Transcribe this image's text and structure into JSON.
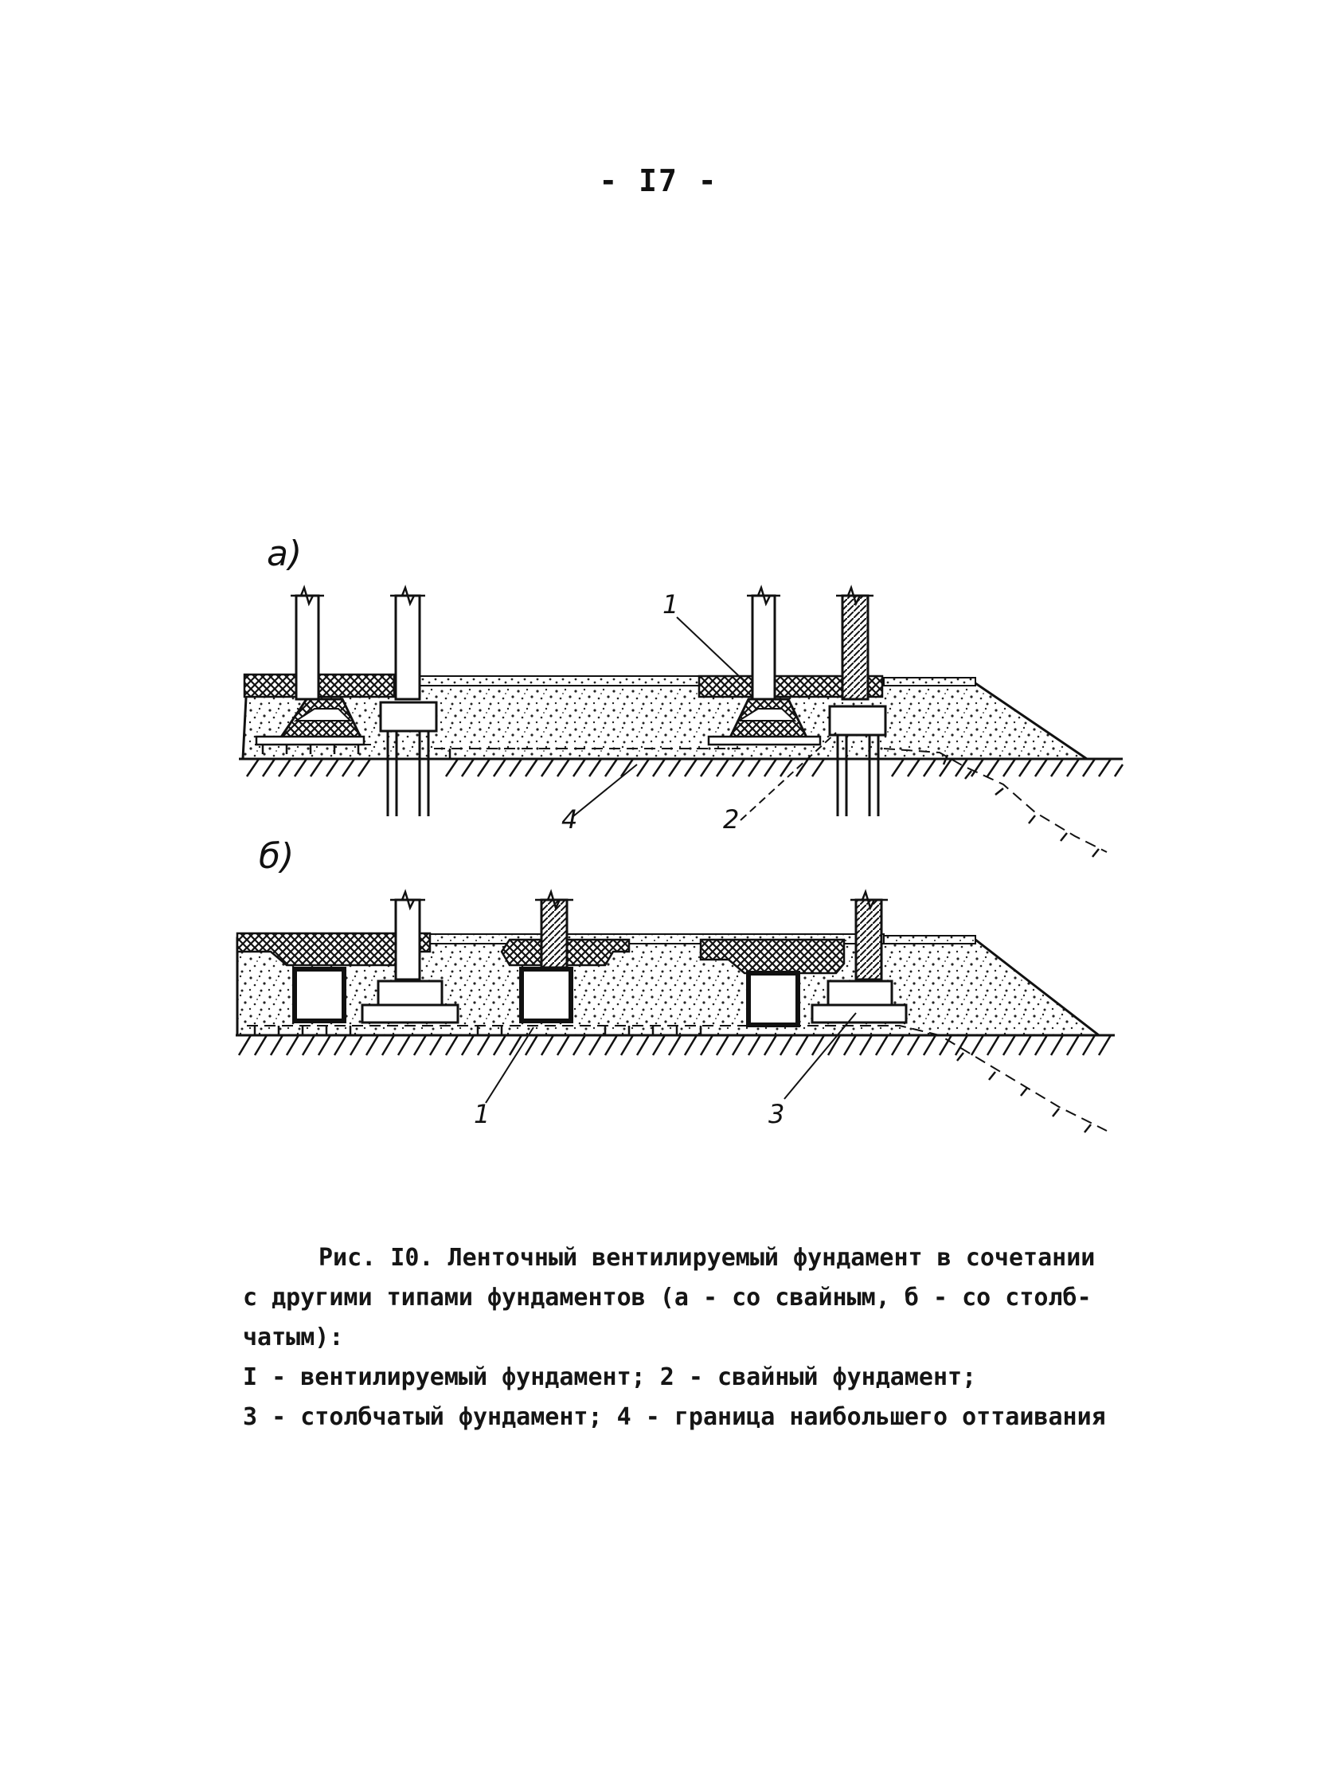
{
  "page": {
    "number": "- I7 -"
  },
  "figure": {
    "panel_a_label": "а)",
    "panel_b_label": "б)",
    "callouts_a": [
      "1",
      "4",
      "2"
    ],
    "callouts_b": [
      "1",
      "3"
    ]
  },
  "caption": {
    "lines": [
      "Рис. I0. Ленточный вентилируемый фундамент в сочетании",
      "с другими типами фундаментов (а - со свайным, б - со столб-",
      "чатым):",
      "I - вентилируемый фундамент; 2 - свайный фундамент;",
      "3 - столбчатый фундамент; 4 - граница наибольшего оттаивания"
    ]
  }
}
